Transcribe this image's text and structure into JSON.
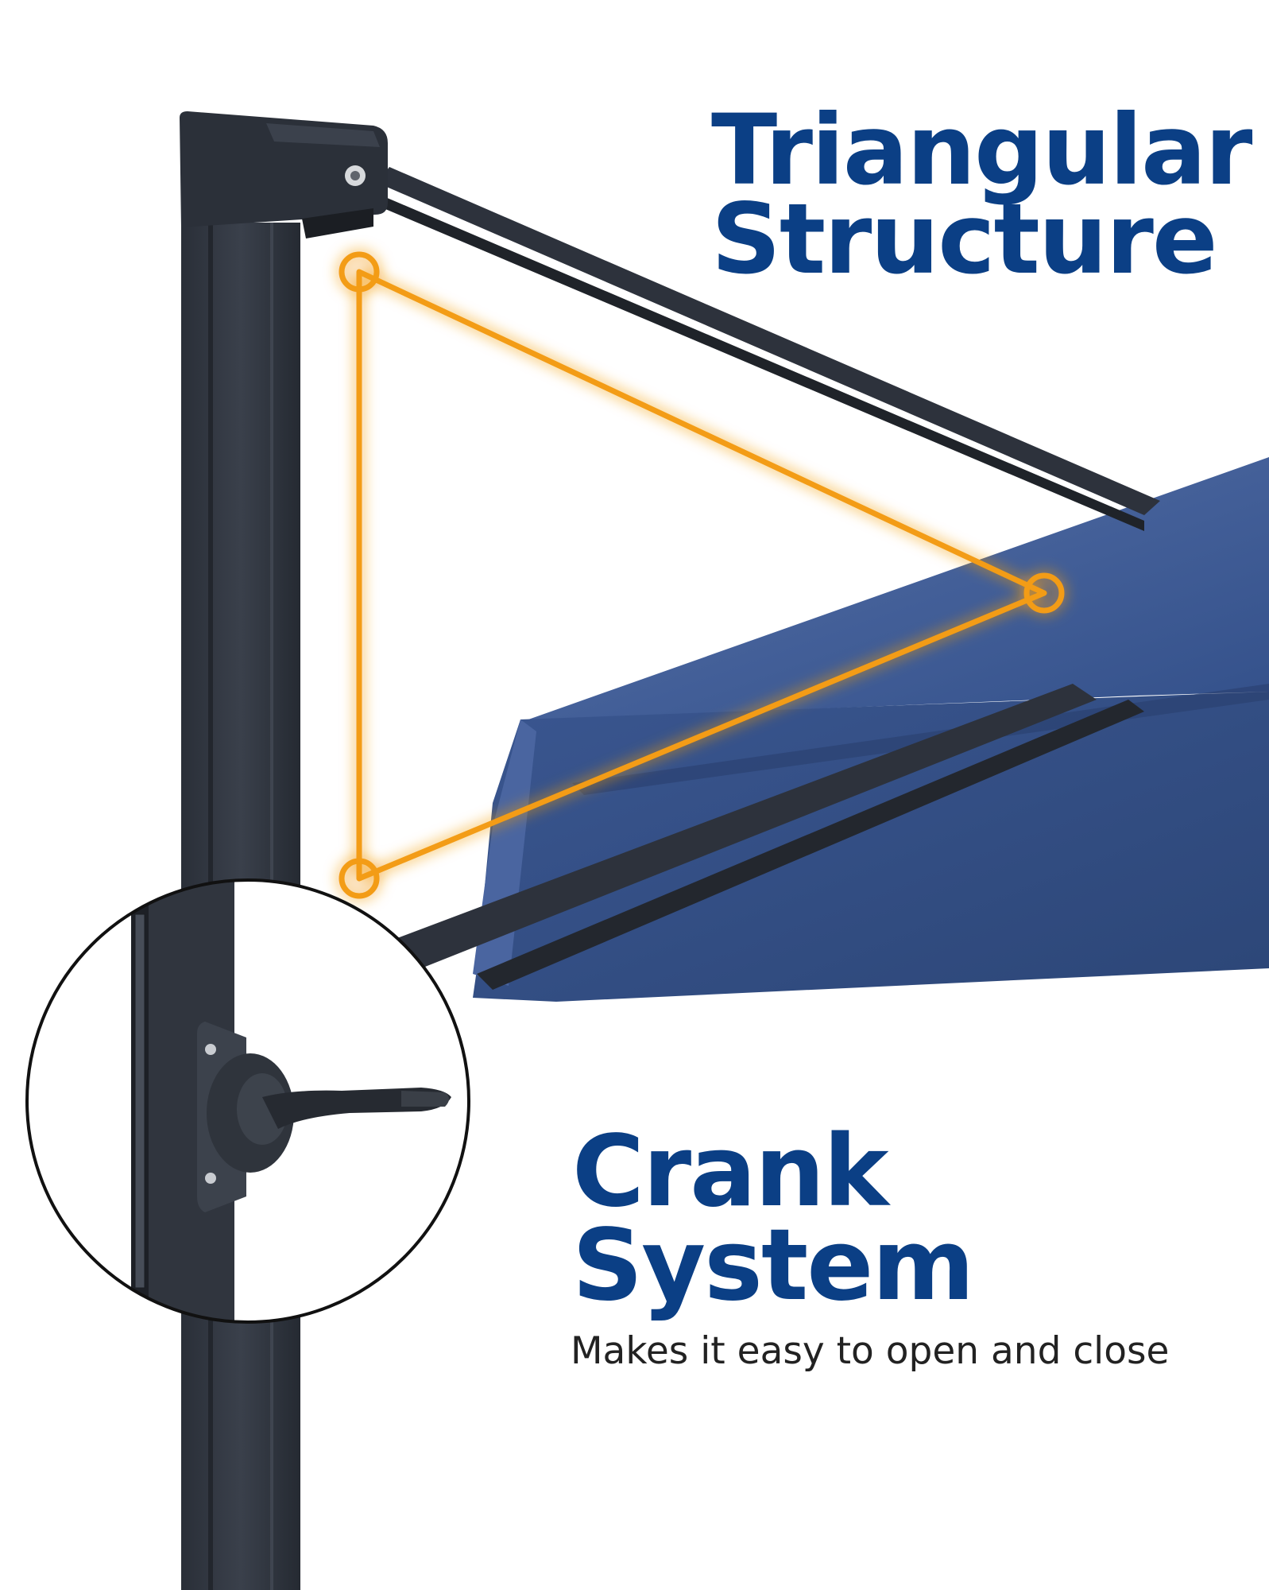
{
  "headings": {
    "triangular_line1": "Triangular",
    "triangular_line2": "Structure",
    "crank_line1": "Crank",
    "crank_line2": "System"
  },
  "subtitle": "Makes it easy to open and close",
  "colors": {
    "heading": "#0b3f85",
    "subtitle": "#222222",
    "pole": "#2d323c",
    "canopy": "#3b5891",
    "highlight": "#f39c12"
  },
  "icons": {
    "triangle": "triangle-outline-icon",
    "crank": "crank-handle-icon"
  }
}
